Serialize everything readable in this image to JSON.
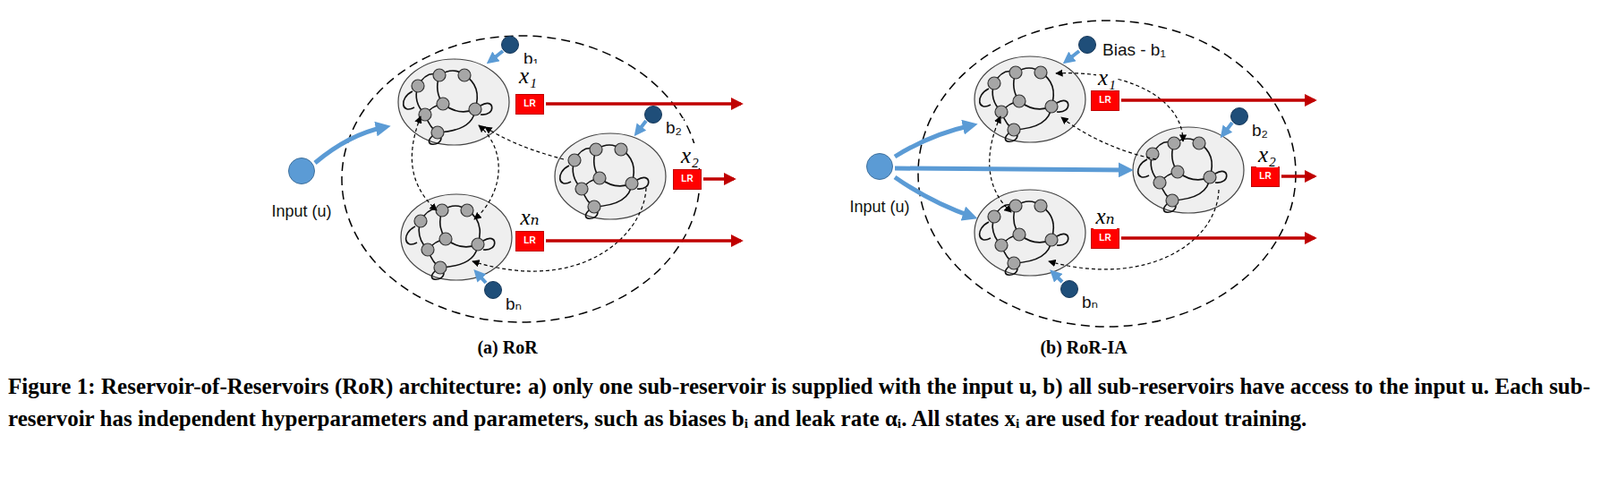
{
  "diagram": {
    "caption": "Figure 1: Reservoir-of-Reservoirs (RoR) architecture: a) only one sub-reservoir is supplied with the input u, b) all sub-reservoirs have access to the input u. Each sub-reservoir has independent hyperparameters and parameters, such as biases bᵢ and leak rate αᵢ. All states xᵢ are used for readout training.",
    "nodes": [
      {
        "text": [
          "Input (u)"
        ]
      },
      {
        "text": [
          "b₁"
        ]
      },
      {
        "text": [
          "x₁",
          "LR"
        ]
      },
      {
        "text": [
          "b₂"
        ]
      },
      {
        "text": [
          "x₂",
          "LR"
        ]
      },
      {
        "text": [
          "xₙ",
          "LR"
        ]
      },
      {
        "text": [
          "bₙ"
        ]
      },
      {
        "text": [
          "Input (u)"
        ]
      },
      {
        "text": [
          "Bias - b₁"
        ]
      },
      {
        "text": [
          "x₁",
          "LR"
        ]
      },
      {
        "text": [
          "b₂"
        ]
      },
      {
        "text": [
          "x₂",
          "LR"
        ]
      },
      {
        "text": [
          "xₙ",
          "LR"
        ]
      },
      {
        "text": [
          "bₙ"
        ]
      }
    ],
    "labels": [
      "(a) RoR",
      "(b) RoR-IA"
    ]
  }
}
